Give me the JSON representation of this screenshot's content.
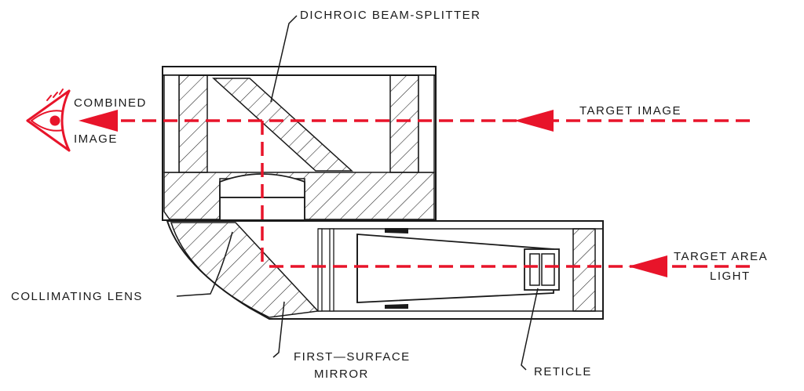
{
  "labels": {
    "dichroic": "DICHROIC BEAM-SPLITTER",
    "combined_line1": "COMBINED",
    "combined_line2": "IMAGE",
    "target_image": "TARGET IMAGE",
    "target_area_line1": "TARGET AREA",
    "target_area_line2": "LIGHT",
    "collimating": "COLLIMATING LENS",
    "mirror_line1": "FIRST—SURFACE",
    "mirror_line2": "MIRROR",
    "reticle": "RETICLE"
  },
  "colors": {
    "ray": "#e8142a",
    "line": "#1a1a1a",
    "background": "#ffffff"
  }
}
